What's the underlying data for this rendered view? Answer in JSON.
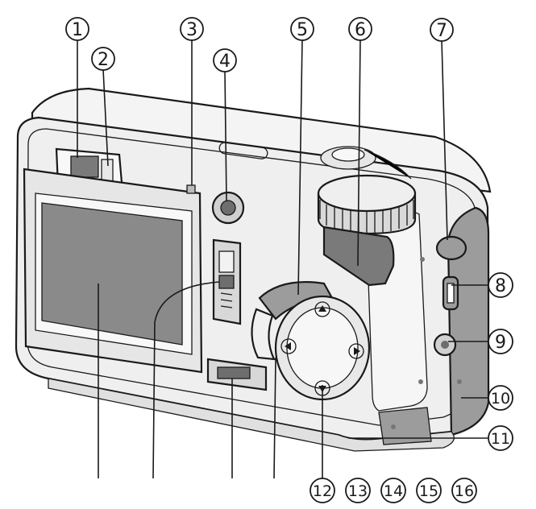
{
  "callouts": [
    {
      "id": "1",
      "label": "1"
    },
    {
      "id": "2",
      "label": "2"
    },
    {
      "id": "3",
      "label": "3"
    },
    {
      "id": "4",
      "label": "4"
    },
    {
      "id": "5",
      "label": "5"
    },
    {
      "id": "6",
      "label": "6"
    },
    {
      "id": "7",
      "label": "7"
    },
    {
      "id": "8",
      "label": "8"
    },
    {
      "id": "9",
      "label": "9"
    },
    {
      "id": "10",
      "label": "10"
    },
    {
      "id": "11",
      "label": "11"
    },
    {
      "id": "12",
      "label": "12"
    },
    {
      "id": "13",
      "label": "13"
    },
    {
      "id": "14",
      "label": "14"
    },
    {
      "id": "15",
      "label": "15"
    },
    {
      "id": "16",
      "label": "16"
    }
  ],
  "colors": {
    "ink": "#1a1a1a",
    "body": "#efefef",
    "body_shade": "#d9d9d9",
    "lcd": "#8a8a8a",
    "dark_part": "#7a7a7a",
    "grip": "#9c9c9c"
  }
}
